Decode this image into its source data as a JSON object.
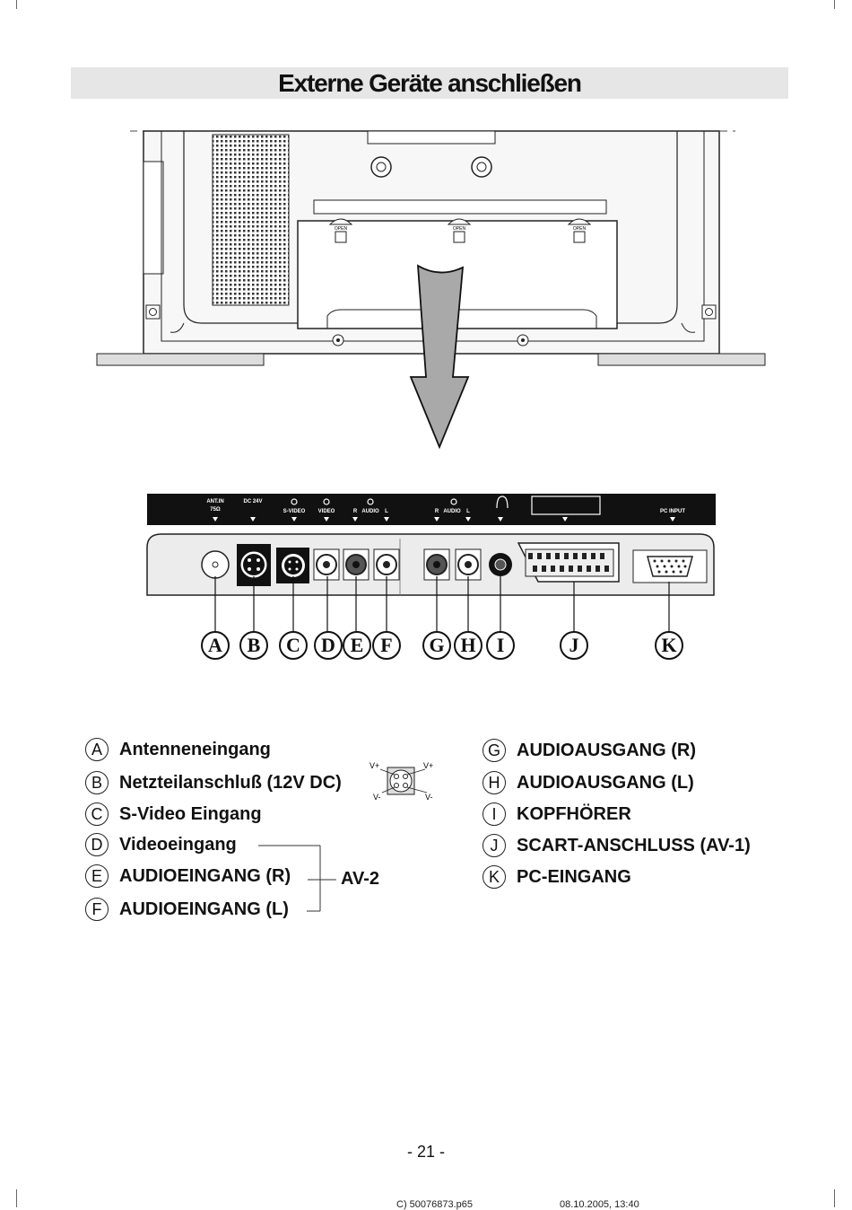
{
  "header": {
    "title": "Externe Geräte anschließen"
  },
  "diagram": {
    "tv_back_labels": {
      "open": "OPEN"
    },
    "port_panel_labels": {
      "ant": "ANT.IN",
      "ant_ohm": "75Ω",
      "dc": "DC 24V",
      "svideo": "S-VIDEO",
      "video": "VIDEO",
      "r": "R",
      "audio": "AUDIO",
      "l": "L",
      "pc": "PC INPUT"
    },
    "callouts": [
      "A",
      "B",
      "C",
      "D",
      "E",
      "F",
      "G",
      "H",
      "I",
      "J",
      "K"
    ]
  },
  "legend": {
    "left": [
      {
        "letter": "A",
        "text": "Antenneneingang"
      },
      {
        "letter": "B",
        "text": "Netzteilanschluß (12V DC)"
      },
      {
        "letter": "C",
        "text": "S-Video Eingang"
      },
      {
        "letter": "D",
        "text": "Videoeingang"
      },
      {
        "letter": "E",
        "text": "AUDIOEINGANG (R)"
      },
      {
        "letter": "F",
        "text": "AUDIOEINGANG (L)"
      }
    ],
    "right": [
      {
        "letter": "G",
        "text": "AUDIOAUSGANG (R)"
      },
      {
        "letter": "H",
        "text": "AUDIOAUSGANG (L)"
      },
      {
        "letter": "I",
        "text": "KOPFHÖRER"
      },
      {
        "letter": "J",
        "text": "SCART-ANSCHLUSS (AV-1)"
      },
      {
        "letter": "K",
        "text": "PC-EINGANG"
      }
    ],
    "group_label": "AV-2",
    "pin_labels": {
      "vplus": "V+",
      "vminus": "V-"
    }
  },
  "footer": {
    "page_number": "- 21 -",
    "file": "C) 50076873.p65",
    "date": "08.10.2005, 13:40"
  }
}
